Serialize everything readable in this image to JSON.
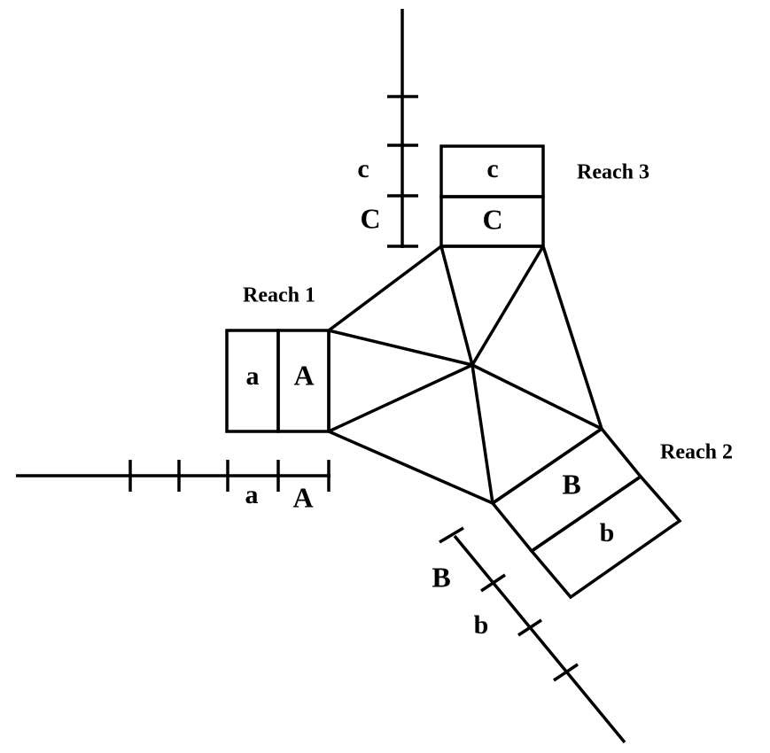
{
  "colors": {
    "line": "#000000",
    "background": "#ffffff"
  },
  "reach1": {
    "title": "Reach 1",
    "inner_label": "A",
    "outer_label": "a",
    "axis_inner_label": "A",
    "axis_outer_label": "a"
  },
  "reach2": {
    "title": "Reach 2",
    "inner_label": "B",
    "outer_label": "b",
    "axis_inner_label": "B",
    "axis_outer_label": "b"
  },
  "reach3": {
    "title": "Reach 3",
    "inner_label": "C",
    "outer_label": "c",
    "axis_inner_label": "C",
    "axis_outer_label": "c"
  },
  "junction": {
    "shape": "triangulated-hexagon",
    "triangles": 6
  }
}
